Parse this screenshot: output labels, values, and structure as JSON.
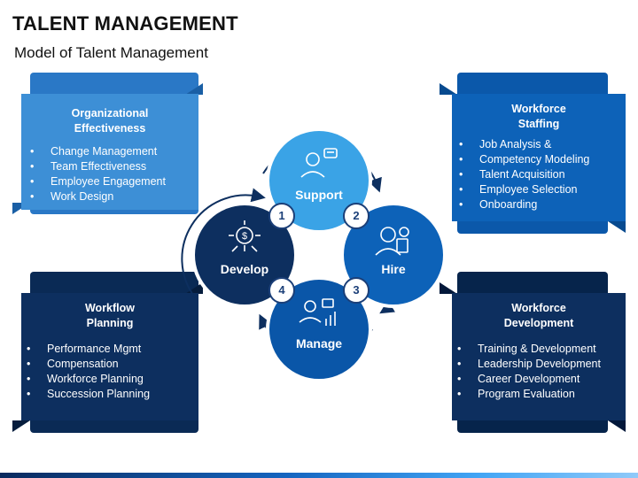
{
  "header": {
    "title": "TALENT MANAGEMENT",
    "subtitle": "Model of Talent Management"
  },
  "colors": {
    "light_blue": "#3d8fd6",
    "medium_blue": "#0d62b8",
    "dark_navy": "#0d2f5f",
    "navy_deep": "#06244b",
    "circle_light": "#3aa3e6"
  },
  "panels": {
    "org": {
      "title_line1": "Organizational",
      "title_line2": "Effectiveness",
      "items": [
        "Change Management",
        "Team Effectiveness",
        "Employee Engagement",
        "Work Design"
      ]
    },
    "staffing": {
      "title_line1": "Workforce",
      "title_line2": "Staffing",
      "items": [
        "Job Analysis &",
        "Competency Modeling",
        "Talent Acquisition",
        "Employee Selection",
        "Onboarding"
      ]
    },
    "workflow": {
      "title_line1": "Workflow",
      "title_line2": "Planning",
      "items": [
        "Performance Mgmt",
        "Compensation",
        "Workforce Planning",
        "Succession Planning"
      ]
    },
    "development": {
      "title_line1": "Workforce",
      "title_line2": "Development",
      "items": [
        "Training & Development",
        "Leadership Development",
        "Career Development",
        "Program Evaluation"
      ]
    }
  },
  "cycle": {
    "support": {
      "label": "Support",
      "icon": "support-agent-icon"
    },
    "hire": {
      "label": "Hire",
      "icon": "hire-candidate-icon"
    },
    "manage": {
      "label": "Manage",
      "icon": "manager-chart-icon"
    },
    "develop": {
      "label": "Develop",
      "icon": "money-gear-icon"
    },
    "badges": [
      "1",
      "2",
      "3",
      "4"
    ]
  }
}
